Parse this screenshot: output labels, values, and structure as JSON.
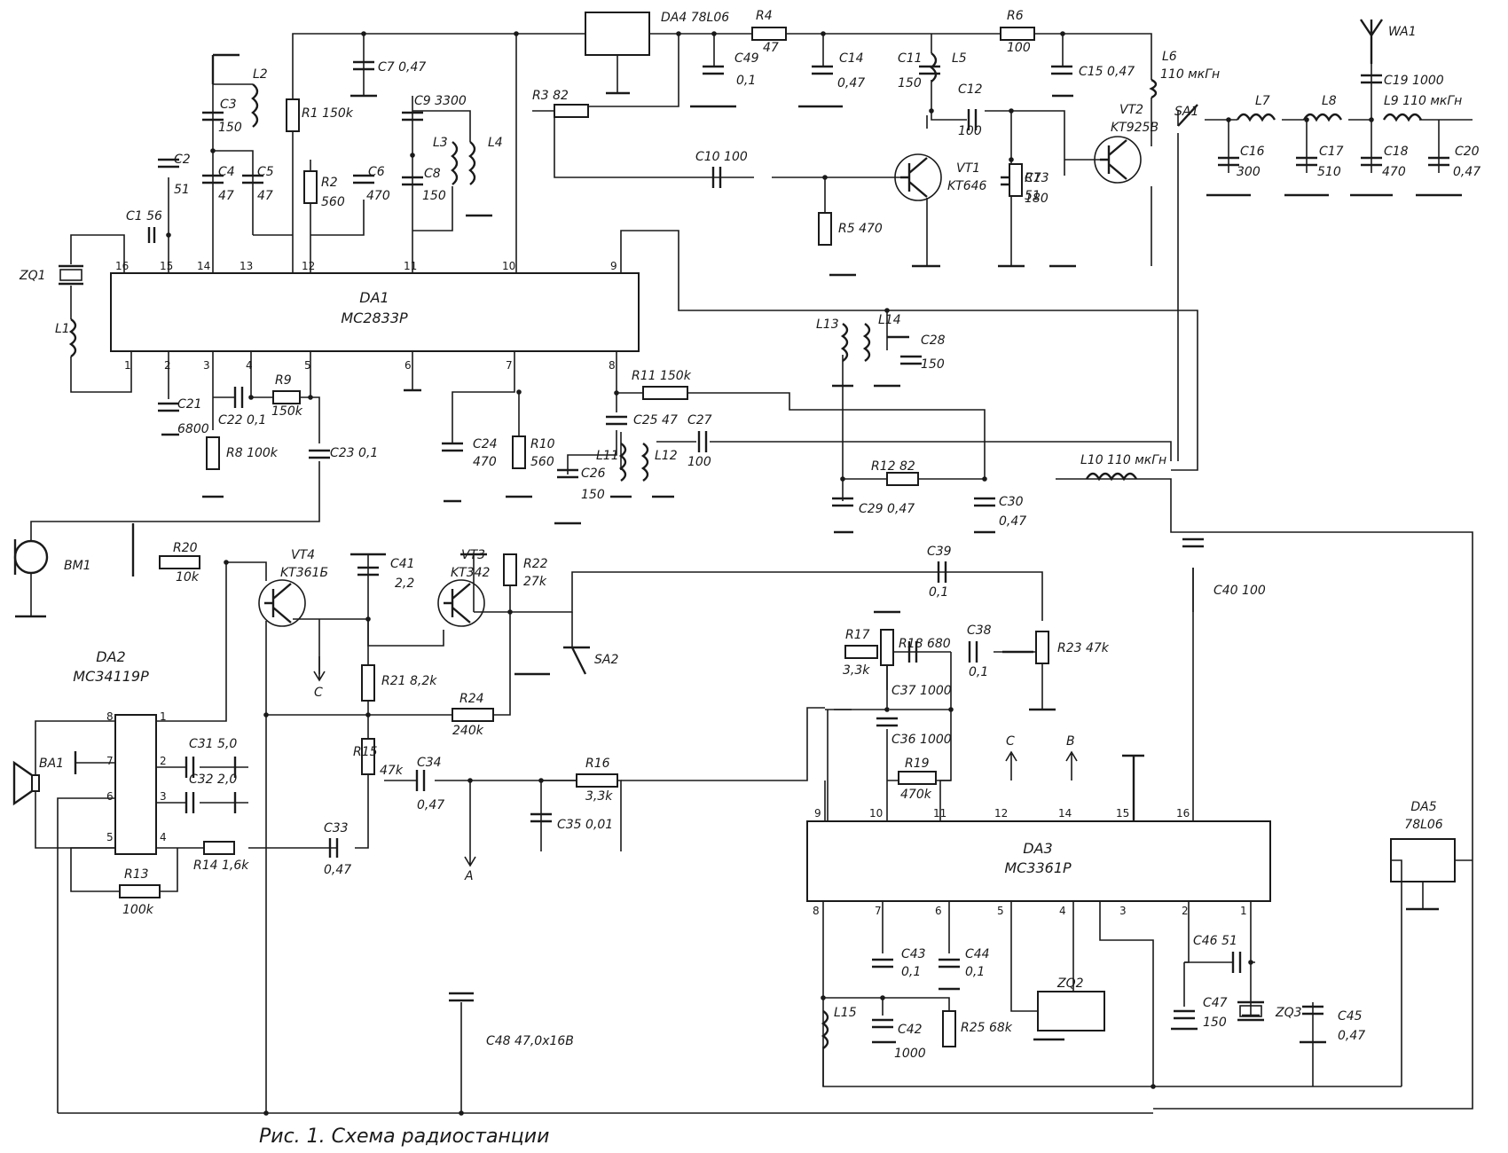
{
  "caption": "Рис. 1. Схема радиостанции",
  "ics": [
    {
      "id": "da1",
      "name": "DA1",
      "part": "MC2833P",
      "top_pins": [
        "16",
        "15",
        "14",
        "13",
        "12",
        "11",
        "10",
        "9"
      ],
      "bottom_pins": [
        "1",
        "2",
        "3",
        "4",
        "5",
        "6",
        "7",
        "8"
      ]
    },
    {
      "id": "da3",
      "name": "DA3",
      "part": "MC3361P",
      "top_pins": [
        "9",
        "10",
        "11",
        "12",
        "14",
        "15",
        "16"
      ],
      "bottom_pins": [
        "8",
        "7",
        "6",
        "5",
        "4",
        "3",
        "2",
        "1"
      ]
    },
    {
      "id": "da2",
      "name": "DA2",
      "part": "MC34119P",
      "left_pins": [
        "8",
        "7",
        "6",
        "5"
      ],
      "right_pins": [
        "1",
        "2",
        "3",
        "4"
      ]
    },
    {
      "id": "da4",
      "name": "DA4",
      "part": "78L06"
    },
    {
      "id": "da5",
      "name": "DA5",
      "part": "78L06"
    }
  ],
  "labels": {
    "zq1": "ZQ1",
    "l1": "L1",
    "l2": "L2",
    "l3": "L3",
    "l4": "L4",
    "l5": "L5",
    "l6": "L6",
    "l6v": "110 мкГн",
    "l7": "L7",
    "l8": "L8",
    "l9": "L9 110 мкГн",
    "l10": "L10 110 мкГн",
    "l11": "L11",
    "l12": "L12",
    "l13": "L13",
    "l14": "L14",
    "l15": "L15",
    "c1": "C1 56",
    "c2": "C2",
    "c2v": "51",
    "c3": "C3",
    "c3v": "150",
    "c4": "C4",
    "c4v": "47",
    "c5": "C5",
    "c5v": "47",
    "c6": "C6",
    "c6v": "470",
    "c7": "C7 0,47",
    "c8": "C8",
    "c8v": "150",
    "c9": "C9 3300",
    "c10": "C10 100",
    "c11": "C11",
    "c11v": "150",
    "c12": "C12",
    "c12v": "100",
    "c13": "C13",
    "c13v": "51",
    "c14": "C14",
    "c14v": "0,47",
    "c15": "C15 0,47",
    "c16": "C16",
    "c16v": "300",
    "c17": "C17",
    "c17v": "510",
    "c18": "C18",
    "c18v": "470",
    "c19": "C19 1000",
    "c20": "C20",
    "c20v": "0,47",
    "c21": "C21",
    "c21v": "6800",
    "c22": "C22 0,1",
    "c23": "C23 0,1",
    "c24": "C24",
    "c24v": "470",
    "c25": "C25 47",
    "c26": "C26",
    "c26v": "150",
    "c27": "C27",
    "c27v": "100",
    "c28": "C28",
    "c28v": "150",
    "c29": "C29 0,47",
    "c30": "C30",
    "c30v": "0,47",
    "c31": "C31 5,0",
    "c32": "C32 2,0",
    "c33": "C33",
    "c33v": "0,47",
    "c34": "C34",
    "c34v": "0,47",
    "c35": "C35 0,01",
    "c36": "C36 1000",
    "c37": "C37 1000",
    "c38": "C38",
    "c38v": "0,1",
    "c39": "C39",
    "c39v": "0,1",
    "c40": "C40 100",
    "c41": "C41",
    "c41v": "2,2",
    "c42": "C42",
    "c42v": "1000",
    "c43": "C43",
    "c43v": "0,1",
    "c44": "C44",
    "c44v": "0,1",
    "c45": "C45",
    "c45v": "0,47",
    "c46": "C46 51",
    "c47": "C47",
    "c47v": "150",
    "c48": "C48 47,0х16В",
    "c49": "C49",
    "c49v": "0,1",
    "r1": "R1 150k",
    "r2": "R2",
    "r2v": "560",
    "r3": "R3 82",
    "r4": "R4",
    "r4v": "47",
    "r5": "R5 470",
    "r6": "R6",
    "r6v": "100",
    "r7": "R7",
    "r7v": "180",
    "r8": "R8 100k",
    "r9": "R9",
    "r9v": "150k",
    "r10": "R10",
    "r10v": "560",
    "r11": "R11 150k",
    "r12": "R12 82",
    "r13": "R13",
    "r13v": "100k",
    "r14": "R14 1,6k",
    "r15": "R15",
    "r15v": "47k",
    "r16": "R16",
    "r16v": "3,3k",
    "r17": "R17",
    "r17v": "3,3k",
    "r18": "R18 680",
    "r19": "R19",
    "r19v": "470k",
    "r20": "R20",
    "r20v": "10k",
    "r21": "R21 8,2k",
    "r22": "R22",
    "r22v": "27k",
    "r23": "R23 47k",
    "r24": "R24",
    "r24v": "240k",
    "r25": "R25 68k",
    "vt1": "VT1",
    "vt1p": "KT646",
    "vt2": "VT2",
    "vt2p": "KT925B",
    "vt3": "VT3",
    "vt3p": "KT342",
    "vt4": "VT4",
    "vt4p": "KT361Б",
    "wa1": "WA1",
    "sa1": "SA1",
    "sa2": "SA2",
    "bm1": "BM1",
    "ba1": "BA1",
    "zq2": "ZQ2",
    "zq3": "ZQ3",
    "pA": "A",
    "pB": "B",
    "pC1": "C",
    "pC2": "C"
  }
}
